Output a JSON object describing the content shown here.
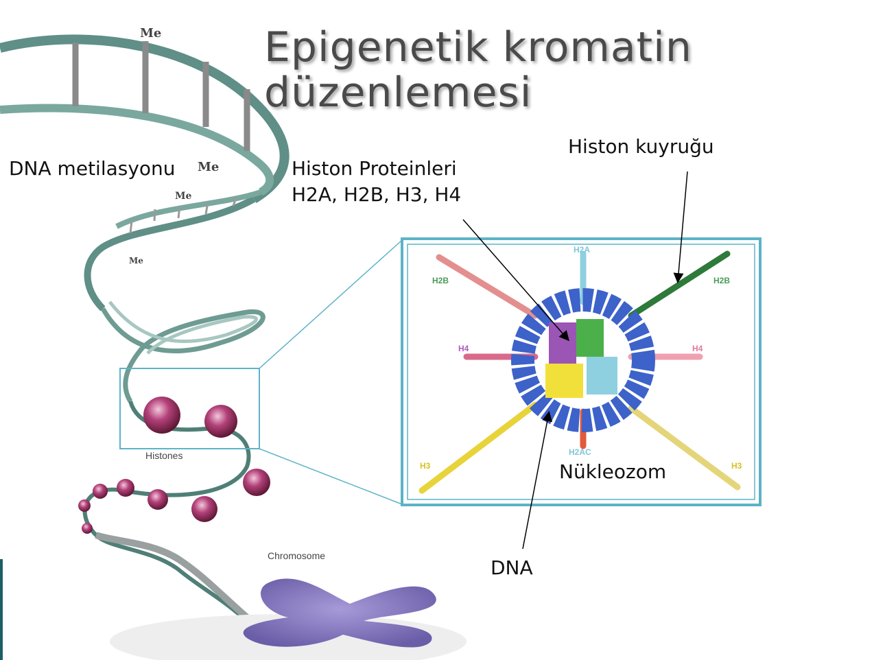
{
  "title": {
    "line1": "Epigenetik kromatin",
    "line2": "düzenlemesi"
  },
  "labels": {
    "dna_methylation": "DNA metilasyonu",
    "histone_proteins_line1": "Histon Proteinleri",
    "histone_proteins_line2": "H2A, H2B, H3, H4",
    "histone_tail": "Histon kuyruğu",
    "nucleosome": "Nükleozom",
    "dna": "DNA"
  },
  "figure_labels": {
    "me": "Me",
    "histones": "Histones",
    "chromosome": "Chromosome",
    "h2a": "H2A",
    "h2b": "H2B",
    "h3": "H3",
    "h4": "H4",
    "h2ac": "H2AC"
  },
  "colors": {
    "title": "#4a4a4a",
    "dna_strand": "#5f8f86",
    "histone": "#a33a66",
    "chromosome": "#8a7fc0",
    "inset_border": "#5cb3c7",
    "nucleosome_dna": "#3d62c9"
  }
}
